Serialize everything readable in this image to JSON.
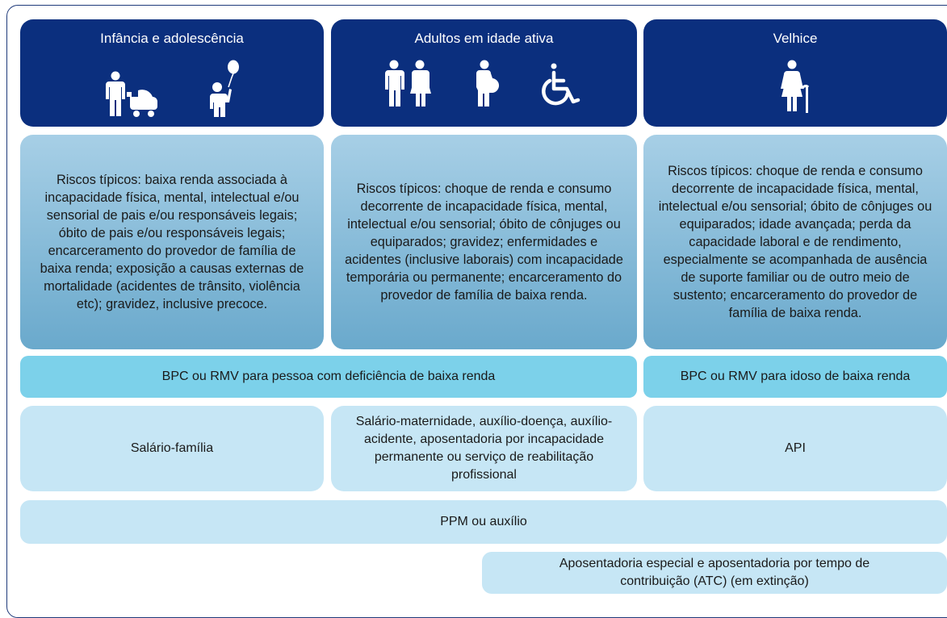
{
  "columns": [
    {
      "title": "Infância e adolescência",
      "icons": [
        "adult-with-stroller-icon",
        "child-with-balloon-icon"
      ],
      "risks": "Riscos típicos: baixa renda associada à incapacidade física, mental, intelectual e/ou sensorial de pais e/ou responsáveis legais; óbito de pais e/ou responsáveis legais; encarceramento do provedor de família de baixa renda; exposição a causas externas de mortalidade (acidentes de trânsito, violência etc); gravidez, inclusive precoce."
    },
    {
      "title": "Adultos em idade ativa",
      "icons": [
        "couple-icon",
        "pregnant-woman-icon",
        "wheelchair-icon"
      ],
      "risks": "Riscos típicos: choque de renda e consumo decorrente de incapacidade física, mental, intelectual e/ou sensorial; óbito de cônjuges ou equiparados; gravidez; enfermidades e acidentes (inclusive laborais) com incapacidade temporária ou permanente; encarceramento do provedor de família de baixa renda."
    },
    {
      "title": "Velhice",
      "icons": [
        "elderly-woman-with-cane-icon"
      ],
      "risks": "Riscos típicos: choque de renda e consumo decorrente de incapacidade física, mental, intelectual e/ou sensorial; óbito de cônjuges ou equiparados; idade avançada; perda da capacidade laboral e de rendimento, especialmente se acompanhada de ausência de suporte familiar ou de outro meio de sustento; encarceramento do provedor de família de baixa renda."
    }
  ],
  "bpc": {
    "disability": "BPC ou RMV para pessoa com deficiência de baixa renda",
    "elderly": "BPC ou RMV para idoso de baixa renda"
  },
  "benefits": {
    "childhood": "Salário-família",
    "adults": "Salário-maternidade, auxílio-doença, auxílio-acidente, aposentadoria por incapacidade permanente ou serviço de reabilitação profissional",
    "elderly": "API"
  },
  "ppm": "PPM ou auxílio",
  "special_retirement": "Aposentadoria especial e aposentadoria por tempo de contribuição (ATC) (em extinção)",
  "colors": {
    "header": "#0b2f7e",
    "risk_top": "#a7cfe6",
    "risk_bottom": "#6aa9cc",
    "bpc": "#7cd1ea",
    "benefit": "#c6e6f5",
    "frame": "#1f3a7a"
  }
}
